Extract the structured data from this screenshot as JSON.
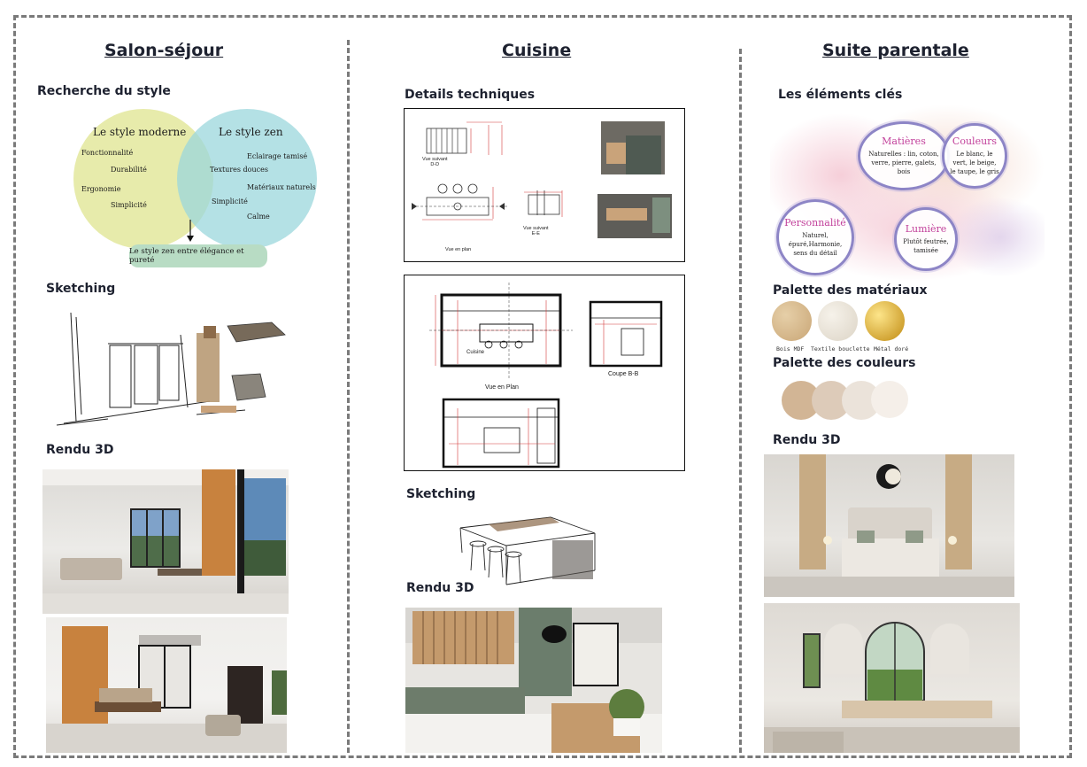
{
  "columns": {
    "salon": {
      "title": "Salon-séjour",
      "style_heading": "Recherche du style",
      "venn": {
        "left_title": "Le style moderne",
        "left_items": [
          "Fonctionnalité",
          "Durabilité",
          "Ergonomie",
          "Simplicité"
        ],
        "right_title": "Le style zen",
        "right_items": [
          "Eclairage tamisé",
          "Matériaux naturels",
          "Calme"
        ],
        "shared_items": [
          "Textures douces",
          "Simplicité"
        ],
        "conclusion": "Le style zen entre élégance et pureté"
      },
      "sketching": "Sketching",
      "render": "Rendu 3D"
    },
    "cuisine": {
      "title": "Cuisine",
      "tech_heading": "Details techniques",
      "plan_labels": {
        "vue_dd": "Vue suivant\nD-D",
        "vue_ee": "Vue suivant\nE-E",
        "vue_plan_small": "Vue en plan",
        "cuisine_room": "Cuisine",
        "vue_plan": "Vue en Plan",
        "coupe_bb": "Coupe B-B"
      },
      "sketching": "Sketching",
      "render": "Rendu 3D"
    },
    "suite": {
      "title": "Suite parentale",
      "key_heading": "Les éléments clés",
      "bubbles": [
        {
          "title": "Matières",
          "text": "Naturelles : lin, coton, verre, pierre, galets, bois"
        },
        {
          "title": "Couleurs",
          "text": "Le blanc, le vert, le beige, le taupe, le gris"
        },
        {
          "title": "Personnalité",
          "text": "Naturel, épuré,Harmonie, sens du détail"
        },
        {
          "title": "Lumière",
          "text": "Plutôt feutrée, tamisée"
        }
      ],
      "materials_heading": "Palette des matériaux",
      "materials": [
        {
          "label": "Bois MDF",
          "color": "#d6b88e"
        },
        {
          "label": "Textile bouclette",
          "color": "#e9e3d8"
        },
        {
          "label": "Métal doré",
          "color": "#d9a21f"
        }
      ],
      "colors_heading": "Palette des couleurs",
      "colors": [
        "#d2b595",
        "#ddcbb9",
        "#ebe3da",
        "#f5efe9"
      ],
      "render": "Rendu 3D"
    }
  },
  "accent_colors": {
    "venn_left": "#e6eaa6",
    "venn_right": "#9bd7dc",
    "bubble_title": "#c2419b",
    "dim_red": "#d63a3a"
  }
}
